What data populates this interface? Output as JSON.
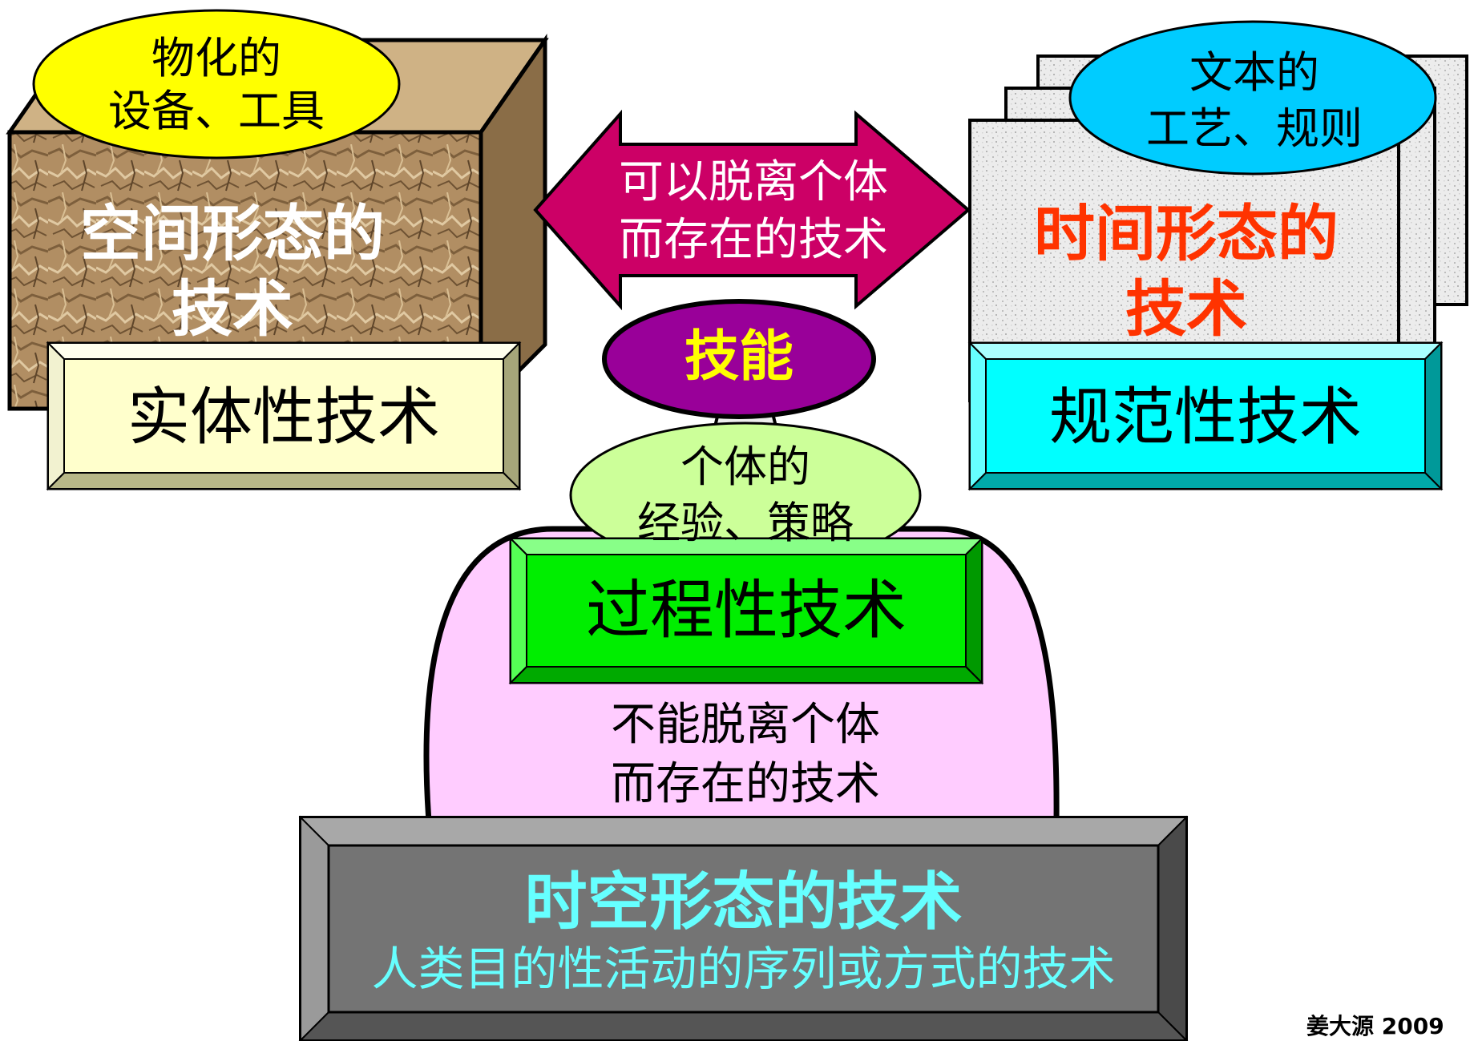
{
  "colors": {
    "sand": "#b18e63",
    "yellow_ellipse": "#ffff00",
    "cream_box": "#ffffcc",
    "magenta_arrow": "#cc0066",
    "purple_ellipse": "#990099",
    "skill_text": "#ffff00",
    "cyan_ellipse": "#00ccff",
    "cyan_box": "#00ffff",
    "time_text": "#ff3300",
    "light_green": "#ccff99",
    "green_box": "#00ee00",
    "pink_dome": "#ffccff",
    "gray_box": "#808080",
    "spacetime_text": "#66ffff"
  },
  "top_left": {
    "ellipse_line1": "物化的",
    "ellipse_line2": "设备、工具",
    "cube_line1": "空间形态的",
    "cube_line2": "技术",
    "box_label": "实体性技术"
  },
  "center": {
    "arrow_line1": "可以脱离个体",
    "arrow_line2": "而存在的技术",
    "skill_label": "技能",
    "green_ellipse_line1": "个体的",
    "green_ellipse_line2": "经验、策略",
    "process_label": "过程性技术",
    "dome_line1": "不能脱离个体",
    "dome_line2": "而存在的技术"
  },
  "top_right": {
    "ellipse_line1": "文本的",
    "ellipse_line2": "工艺、规则",
    "pages_line1": "时间形态的",
    "pages_line2": "技术",
    "box_label": "规范性技术"
  },
  "bottom": {
    "title": "时空形态的技术",
    "subtitle": "人类目的性活动的序列或方式的技术"
  },
  "footer": {
    "credit": "姜大源 2009"
  }
}
